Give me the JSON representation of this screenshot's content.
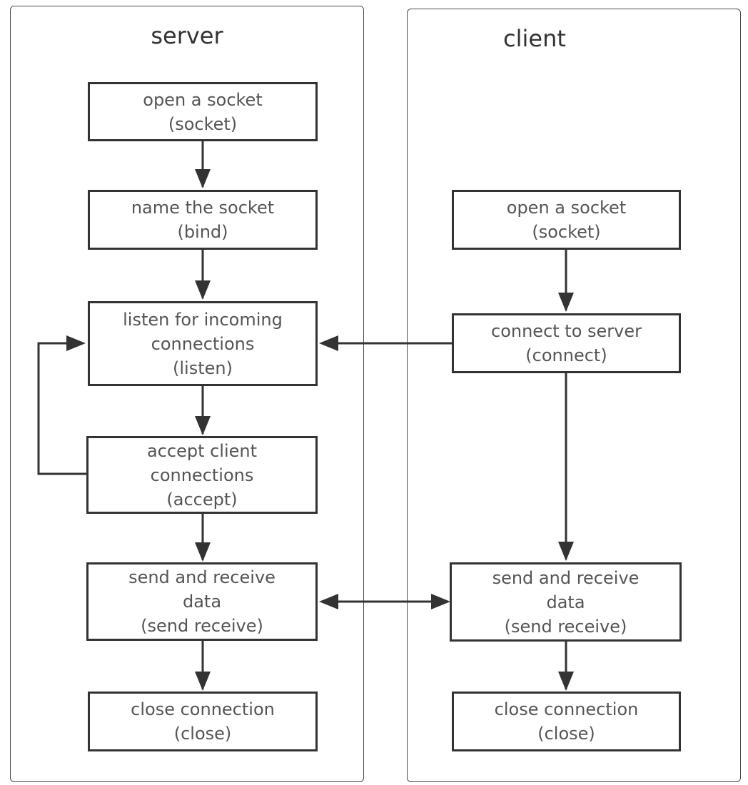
{
  "colors": {
    "stroke": "#333333",
    "lane_border": "#4a4a4a",
    "text": "#555555",
    "title": "#333333"
  },
  "lanes": {
    "server": {
      "title": "server"
    },
    "client": {
      "title": "client"
    }
  },
  "server_nodes": {
    "open_socket": [
      "open a socket",
      "(socket)"
    ],
    "bind": [
      "name the socket",
      "(bind)"
    ],
    "listen": [
      "listen for incoming",
      "connections",
      "(listen)"
    ],
    "accept": [
      "accept client",
      "connections",
      "(accept)"
    ],
    "send_receive": [
      "send and receive",
      "data",
      "(send receive)"
    ],
    "close": [
      "close connection",
      "(close)"
    ]
  },
  "client_nodes": {
    "open_socket": [
      "open a socket",
      "(socket)"
    ],
    "connect": [
      "connect to server",
      "(connect)"
    ],
    "send_receive": [
      "send and receive",
      "data",
      "(send receive)"
    ],
    "close": [
      "close connection",
      "(close)"
    ]
  }
}
